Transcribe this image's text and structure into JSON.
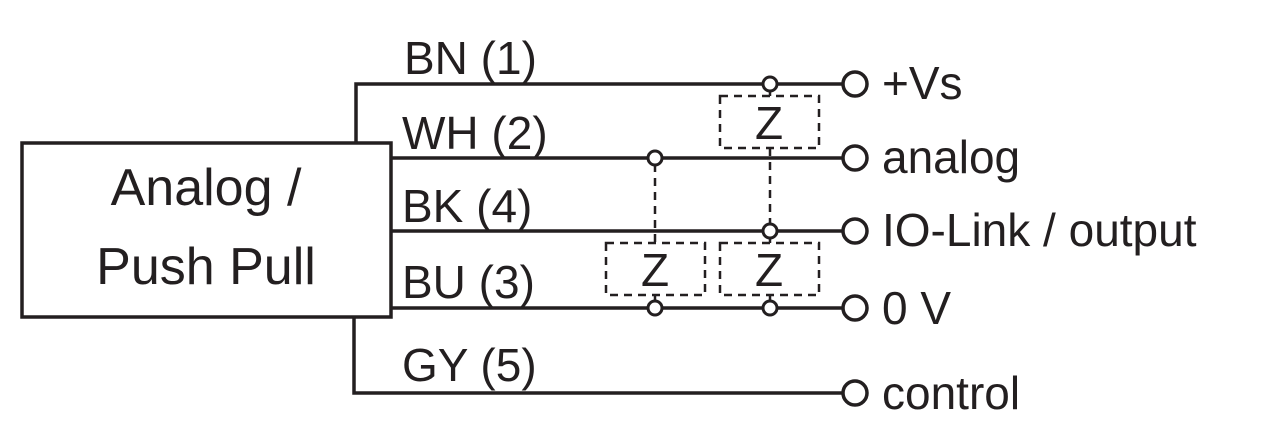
{
  "device": {
    "label_line1": "Analog /",
    "label_line2": "Push Pull"
  },
  "wires": [
    {
      "label": "BN (1)",
      "terminal": "+Vs"
    },
    {
      "label": "WH (2)",
      "terminal": "analog"
    },
    {
      "label": "BK (4)",
      "terminal": "IO-Link / output"
    },
    {
      "label": "BU (3)",
      "terminal": "0 V"
    },
    {
      "label": "GY (5)",
      "terminal": "control"
    }
  ],
  "loads": [
    {
      "label": "Z"
    },
    {
      "label": "Z"
    },
    {
      "label": "Z"
    }
  ],
  "colors": {
    "line": "#231f20",
    "background": "#ffffff"
  }
}
